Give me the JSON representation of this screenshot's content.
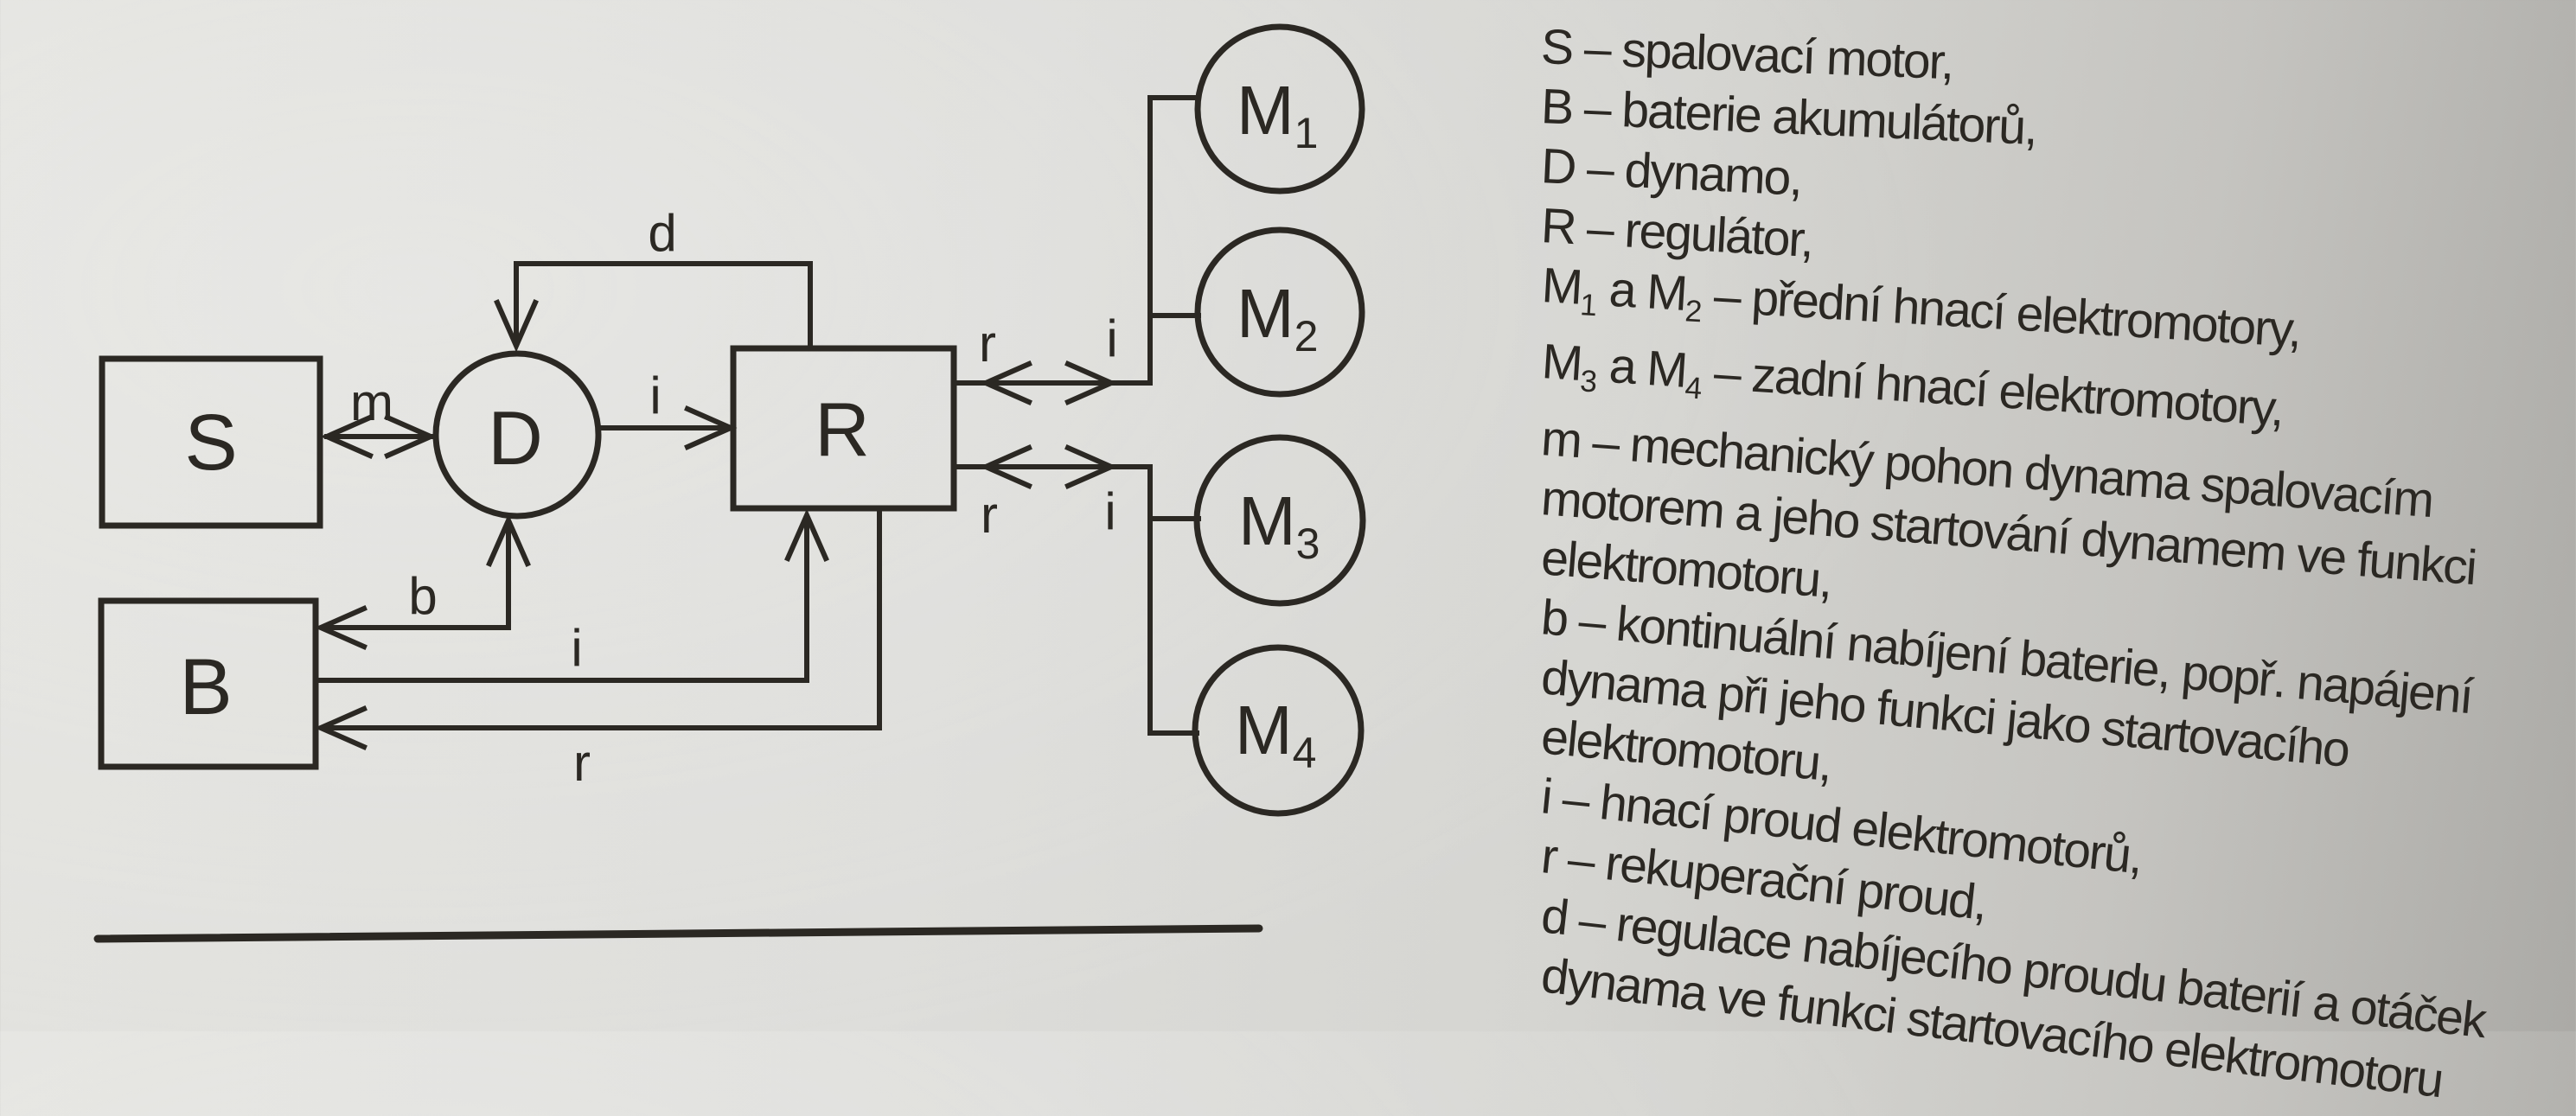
{
  "page": {
    "ink_color": "#2b2823",
    "background_color": "#d9d9d5"
  },
  "diagram": {
    "nodes": {
      "S": {
        "label": "S"
      },
      "B": {
        "label": "B"
      },
      "D": {
        "label": "D"
      },
      "R": {
        "label": "R"
      },
      "M1": {
        "label": "M",
        "sub": "1"
      },
      "M2": {
        "label": "M",
        "sub": "2"
      },
      "M3": {
        "label": "M",
        "sub": "3"
      },
      "M4": {
        "label": "M",
        "sub": "4"
      }
    },
    "edge_labels": {
      "m": "m",
      "d": "d",
      "b": "b",
      "i_dynamo_regulator": "i",
      "i_battery_regulator": "i",
      "r_regulator_battery": "r",
      "r_front": "r",
      "i_front": "i",
      "r_rear": "r",
      "i_rear": "i"
    }
  },
  "legend": {
    "lines": [
      "S – spalovací motor,",
      "B – baterie akumulátorů,",
      "D – dynamo,",
      "R – regulátor,",
      "M~1~ a M~2~ – přední hnací elektromotory,",
      "M~3~ a M~4~ – zadní hnací elektromotory,",
      "m – mechanický pohon dynama spalovacím",
      "motorem a jeho startování dynamem ve funkci",
      "elektromotoru,",
      "b – kontinuální nabíjení baterie, popř. napájení",
      "dynama při jeho funkci jako startovacího",
      "elektromotoru,",
      "i – hnací proud elektromotorů,",
      "r – rekuperační proud,",
      "d – regulace nabíjecího proudu baterií a otáček",
      "dynama ve funkci startovacího elektromotoru"
    ]
  }
}
